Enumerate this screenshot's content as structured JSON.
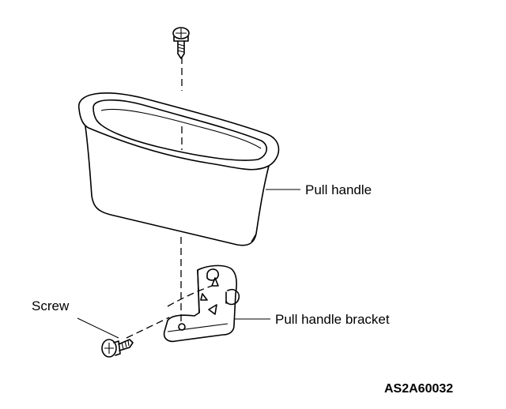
{
  "labels": {
    "pull_handle": "Pull handle",
    "screw": "Screw",
    "pull_handle_bracket": "Pull handle bracket"
  },
  "figure_code": "AS2A60032"
}
